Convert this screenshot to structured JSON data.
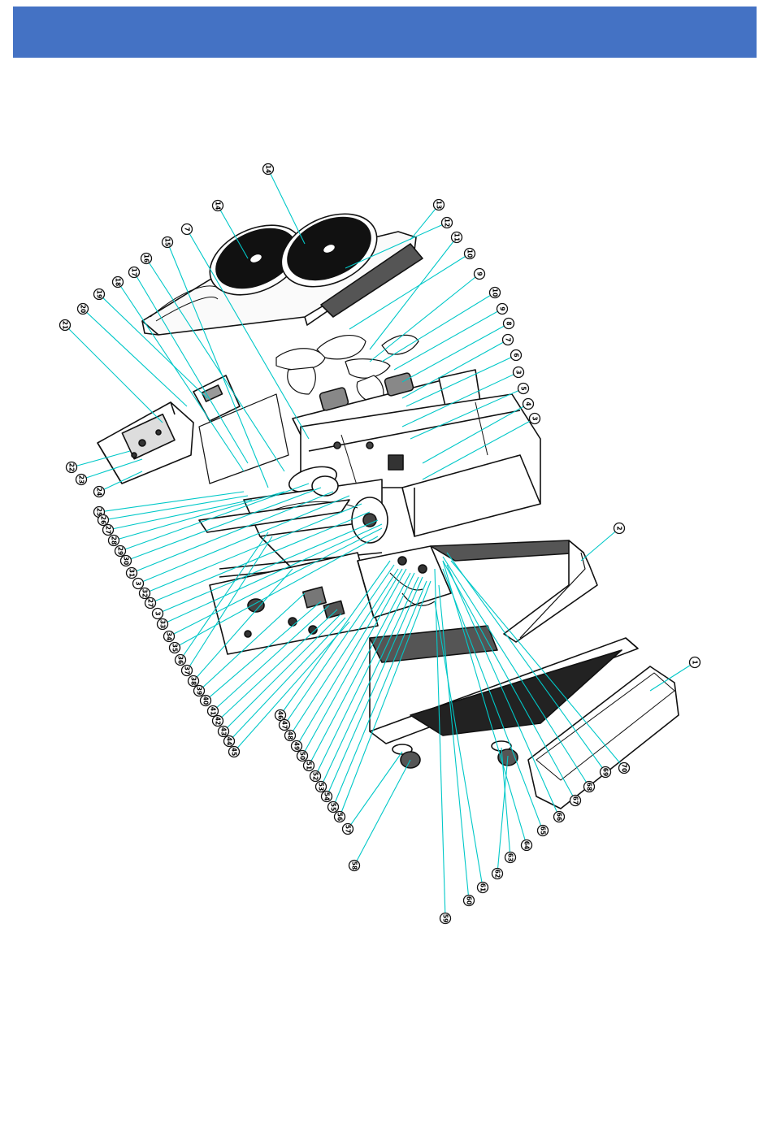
{
  "header": {
    "title": "",
    "color": "#4472c4"
  },
  "diagram": {
    "type": "exploded-parts-view",
    "orientation": "rotated-90-cw",
    "leader_color": "#00c8c8",
    "line_color": "#111111",
    "callouts": [
      {
        "id": "c-1",
        "label": "1"
      },
      {
        "id": "c-2",
        "label": "2"
      },
      {
        "id": "c-3a",
        "label": "3"
      },
      {
        "id": "c-4",
        "label": "4"
      },
      {
        "id": "c-5",
        "label": "5"
      },
      {
        "id": "c-3b",
        "label": "3"
      },
      {
        "id": "c-6",
        "label": "6"
      },
      {
        "id": "c-7a",
        "label": "7"
      },
      {
        "id": "c-8",
        "label": "8"
      },
      {
        "id": "c-9a",
        "label": "9"
      },
      {
        "id": "c-10a",
        "label": "10"
      },
      {
        "id": "c-9b",
        "label": "9"
      },
      {
        "id": "c-10b",
        "label": "10"
      },
      {
        "id": "c-11",
        "label": "11"
      },
      {
        "id": "c-12",
        "label": "12"
      },
      {
        "id": "c-13",
        "label": "13"
      },
      {
        "id": "c-14a",
        "label": "14"
      },
      {
        "id": "c-14b",
        "label": "14"
      },
      {
        "id": "c-7b",
        "label": "7"
      },
      {
        "id": "c-15",
        "label": "15"
      },
      {
        "id": "c-16",
        "label": "16"
      },
      {
        "id": "c-17",
        "label": "17"
      },
      {
        "id": "c-18",
        "label": "18"
      },
      {
        "id": "c-19",
        "label": "19"
      },
      {
        "id": "c-20",
        "label": "20"
      },
      {
        "id": "c-21",
        "label": "21"
      },
      {
        "id": "c-22",
        "label": "22"
      },
      {
        "id": "c-23",
        "label": "23"
      },
      {
        "id": "c-24",
        "label": "24"
      },
      {
        "id": "c-25",
        "label": "25"
      },
      {
        "id": "c-26",
        "label": "26"
      },
      {
        "id": "c-27",
        "label": "27"
      },
      {
        "id": "c-28",
        "label": "28"
      },
      {
        "id": "c-29",
        "label": "29"
      },
      {
        "id": "c-30",
        "label": "30"
      },
      {
        "id": "c-31",
        "label": "31"
      },
      {
        "id": "c-3c",
        "label": "3"
      },
      {
        "id": "c-32",
        "label": "32"
      },
      {
        "id": "c-27b",
        "label": "27"
      },
      {
        "id": "c-3d",
        "label": "3"
      },
      {
        "id": "c-33",
        "label": "33"
      },
      {
        "id": "c-34",
        "label": "34"
      },
      {
        "id": "c-35",
        "label": "35"
      },
      {
        "id": "c-36",
        "label": "36"
      },
      {
        "id": "c-37",
        "label": "37"
      },
      {
        "id": "c-38",
        "label": "38"
      },
      {
        "id": "c-39",
        "label": "39"
      },
      {
        "id": "c-40",
        "label": "40"
      },
      {
        "id": "c-41",
        "label": "41"
      },
      {
        "id": "c-42",
        "label": "42"
      },
      {
        "id": "c-43",
        "label": "43"
      },
      {
        "id": "c-44",
        "label": "44"
      },
      {
        "id": "c-45",
        "label": "45"
      },
      {
        "id": "c-46",
        "label": "46"
      },
      {
        "id": "c-47",
        "label": "47"
      },
      {
        "id": "c-48",
        "label": "48"
      },
      {
        "id": "c-49",
        "label": "49"
      },
      {
        "id": "c-50",
        "label": "50"
      },
      {
        "id": "c-51",
        "label": "51"
      },
      {
        "id": "c-52",
        "label": "52"
      },
      {
        "id": "c-53",
        "label": "53"
      },
      {
        "id": "c-54",
        "label": "54"
      },
      {
        "id": "c-55",
        "label": "55"
      },
      {
        "id": "c-56",
        "label": "56"
      },
      {
        "id": "c-57",
        "label": "57"
      },
      {
        "id": "c-58",
        "label": "58"
      },
      {
        "id": "c-59",
        "label": "59"
      },
      {
        "id": "c-60",
        "label": "60"
      },
      {
        "id": "c-61",
        "label": "61"
      },
      {
        "id": "c-62",
        "label": "62"
      },
      {
        "id": "c-63",
        "label": "63"
      },
      {
        "id": "c-64",
        "label": "64"
      },
      {
        "id": "c-65",
        "label": "65"
      },
      {
        "id": "c-66",
        "label": "66"
      },
      {
        "id": "c-67",
        "label": "67"
      },
      {
        "id": "c-68",
        "label": "68"
      },
      {
        "id": "c-69",
        "label": "69"
      },
      {
        "id": "c-70",
        "label": "70"
      }
    ]
  }
}
